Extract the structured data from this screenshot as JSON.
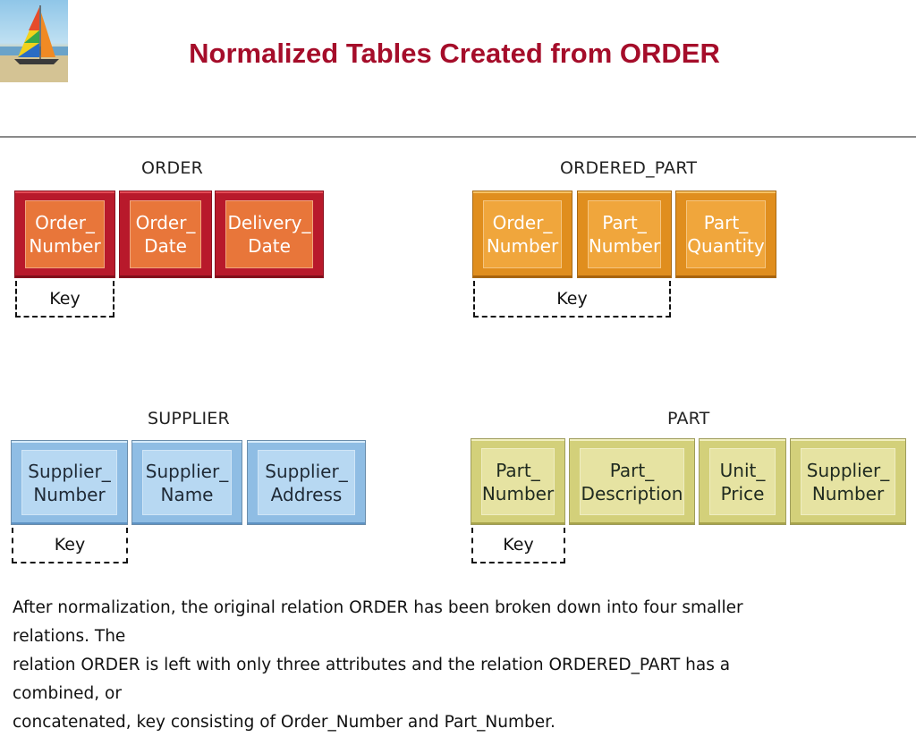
{
  "slide": {
    "title": "Normalized Tables Created from ORDER"
  },
  "tables": {
    "order": {
      "title": "ORDER",
      "attributes": [
        "Order_\nNumber",
        "Order_\nDate",
        "Delivery_\nDate"
      ],
      "key_label": "Key"
    },
    "ordered_part": {
      "title": "ORDERED_PART",
      "attributes": [
        "Order_\nNumber",
        "Part_\nNumber",
        "Part_\nQuantity"
      ],
      "key_label": "Key"
    },
    "supplier": {
      "title": "SUPPLIER",
      "attributes": [
        "Supplier_\nNumber",
        "Supplier_\nName",
        "Supplier_\nAddress"
      ],
      "key_label": "Key"
    },
    "part": {
      "title": "PART",
      "attributes": [
        "Part_\nNumber",
        "Part_\nDescription",
        "Unit_\nPrice",
        "Supplier_\nNumber"
      ],
      "key_label": "Key"
    }
  },
  "caption": {
    "line1": "After normalization, the original relation ORDER has been broken down into four smaller relations. The",
    "line2": "relation ORDER is left with only three attributes and the relation ORDERED_PART has a combined, or",
    "line3": "concatenated, key consisting of Order_Number and Part_Number."
  },
  "colors": {
    "title": "#a50d2a",
    "order_cells": "#e8763a",
    "ordered_part_cells": "#f0a63c",
    "supplier_cells": "#b7d8f2",
    "part_cells": "#e6e3a2"
  }
}
